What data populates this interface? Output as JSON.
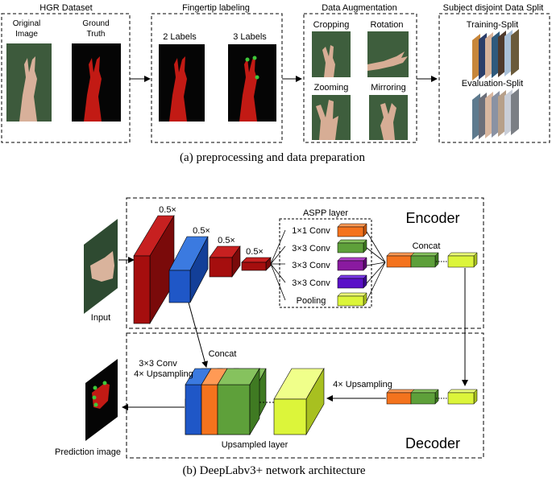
{
  "panel_a": {
    "stage1": {
      "title": "HGR Dataset",
      "label1_l1": "Original",
      "label1_l2": "Image",
      "label2_l1": "Ground",
      "label2_l2": "Truth"
    },
    "stage2": {
      "title": "Fingertip labeling",
      "label1": "2 Labels",
      "label2": "3 Labels"
    },
    "stage3": {
      "title": "Data Augmentation",
      "cropping": "Cropping",
      "rotation": "Rotation",
      "zooming": "Zooming",
      "mirroring": "Mirroring"
    },
    "stage4": {
      "title": "Subject disjoint Data Split",
      "training": "Training-Split",
      "evaluation": "Evaluation-Split"
    },
    "caption": "(a)  preprocessing and data preparation"
  },
  "panel_b": {
    "input_label": "Input",
    "encoder_label": "Encoder",
    "decoder_label": "Decoder",
    "scales": [
      "0.5×",
      "0.5×",
      "0.5×",
      "0.5×"
    ],
    "aspp_title": "ASPP layer",
    "aspp_items": [
      "1×1 Conv",
      "3×3 Conv",
      "3×3 Conv",
      "3×3 Conv",
      "Pooling"
    ],
    "concat_top": "Concat",
    "concat_mid": "Concat",
    "decoder_conv_l1": "3×3 Conv",
    "decoder_conv_l2": "4× Upsampling",
    "upsampling_right": "4× Upsampling",
    "upsampled_layer": "Upsampled layer",
    "prediction_label": "Prediction image",
    "caption": "(b)  DeepLabv3+ network architecture"
  },
  "colors": {
    "red_block": "#a50e0e",
    "blue_block": "#1f57c7",
    "orange": "#f4731d",
    "green": "#5ea03a",
    "purple": "#8a1aa0",
    "violet": "#5a10c8",
    "lime": "#dcf53a",
    "photo_green": "#35513a",
    "hand_red": "#c21a14"
  }
}
